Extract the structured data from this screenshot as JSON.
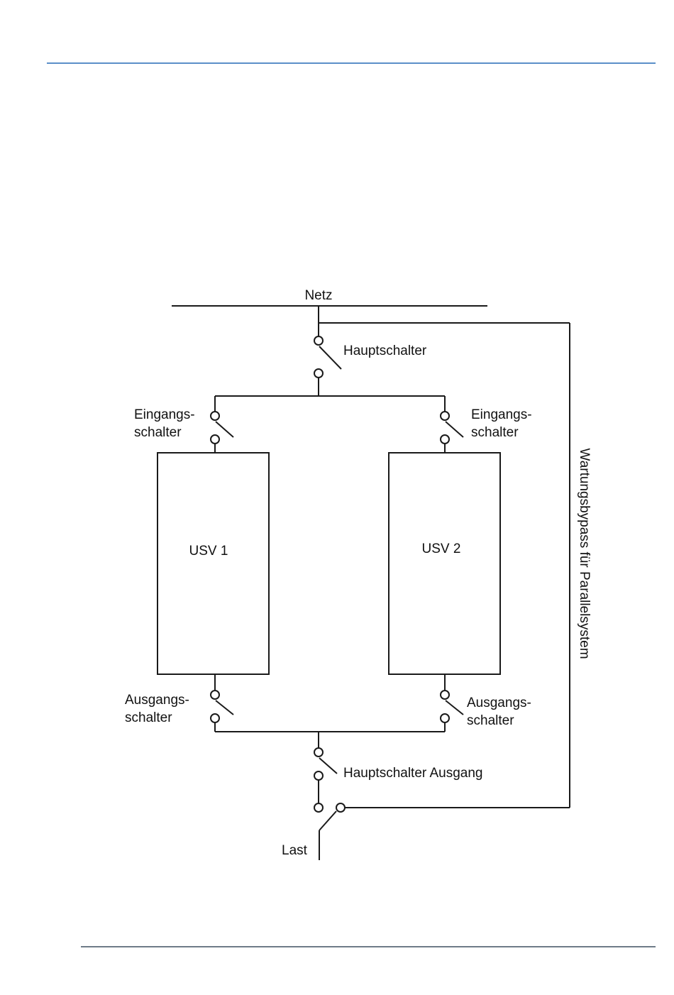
{
  "colors": {
    "header_rule": "#5b8fc9",
    "footer_rule": "#6e7b88",
    "line": "#1a1a1a"
  },
  "diagram": {
    "netz": "Netz",
    "hauptschalter": "Hauptschalter",
    "eingang_left_1": "Eingangs-",
    "eingang_left_2": "schalter",
    "eingang_right_1": "Eingangs-",
    "eingang_right_2": "schalter",
    "usv1": "USV 1",
    "usv2": "USV 2",
    "ausgang_left_1": "Ausgangs-",
    "ausgang_left_2": "schalter",
    "ausgang_right_1": "Ausgangs-",
    "ausgang_right_2": "schalter",
    "hauptschalter_ausgang": "Hauptschalter Ausgang",
    "last": "Last",
    "bypass": "Wartungsbypass für Parallelsystem"
  }
}
